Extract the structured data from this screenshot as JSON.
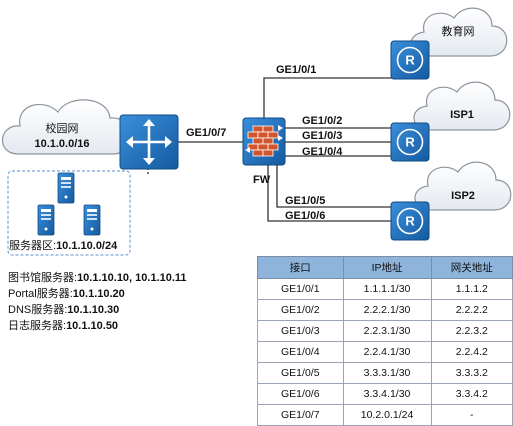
{
  "nodes": {
    "campus_label": "校园网",
    "campus_subnet": "10.1.0.0/16",
    "server_zone_label": "服务器区:",
    "server_zone_subnet": "10.1.10.0/24",
    "firewall_label": "FW",
    "edu_net_label": "教育网",
    "isp1_label": "ISP1",
    "isp2_label": "ISP2"
  },
  "links": {
    "campus_fw": "GE1/0/7",
    "edu": "GE1/0/1",
    "isp1_a": "GE1/0/2",
    "isp1_b": "GE1/0/3",
    "isp1_c": "GE1/0/4",
    "isp2_a": "GE1/0/5",
    "isp2_b": "GE1/0/6"
  },
  "servers": [
    {
      "name": "图书馆服务器:",
      "address": "10.1.10.10, 10.1.10.11"
    },
    {
      "name": "Portal服务器:",
      "address": "10.1.10.20"
    },
    {
      "name": "DNS服务器:",
      "address": "10.1.10.30"
    },
    {
      "name": "日志服务器:",
      "address": "10.1.10.50"
    }
  ],
  "table": {
    "headers": [
      "接口",
      "IP地址",
      "网关地址"
    ],
    "rows": [
      [
        "GE1/0/1",
        "1.1.1.1/30",
        "1.1.1.2"
      ],
      [
        "GE1/0/2",
        "2.2.2.1/30",
        "2.2.2.2"
      ],
      [
        "GE1/0/3",
        "2.2.3.1/30",
        "2.2.3.2"
      ],
      [
        "GE1/0/4",
        "2.2.4.1/30",
        "2.2.4.2"
      ],
      [
        "GE1/0/5",
        "3.3.3.1/30",
        "3.3.3.2"
      ],
      [
        "GE1/0/6",
        "3.3.4.1/30",
        "3.3.4.2"
      ],
      [
        "GE1/0/7",
        "10.2.0.1/24",
        "-"
      ]
    ]
  },
  "colors": {
    "device_blue": "#1f6fb8",
    "line": "#333333",
    "table_header": "#8fb4dc"
  }
}
